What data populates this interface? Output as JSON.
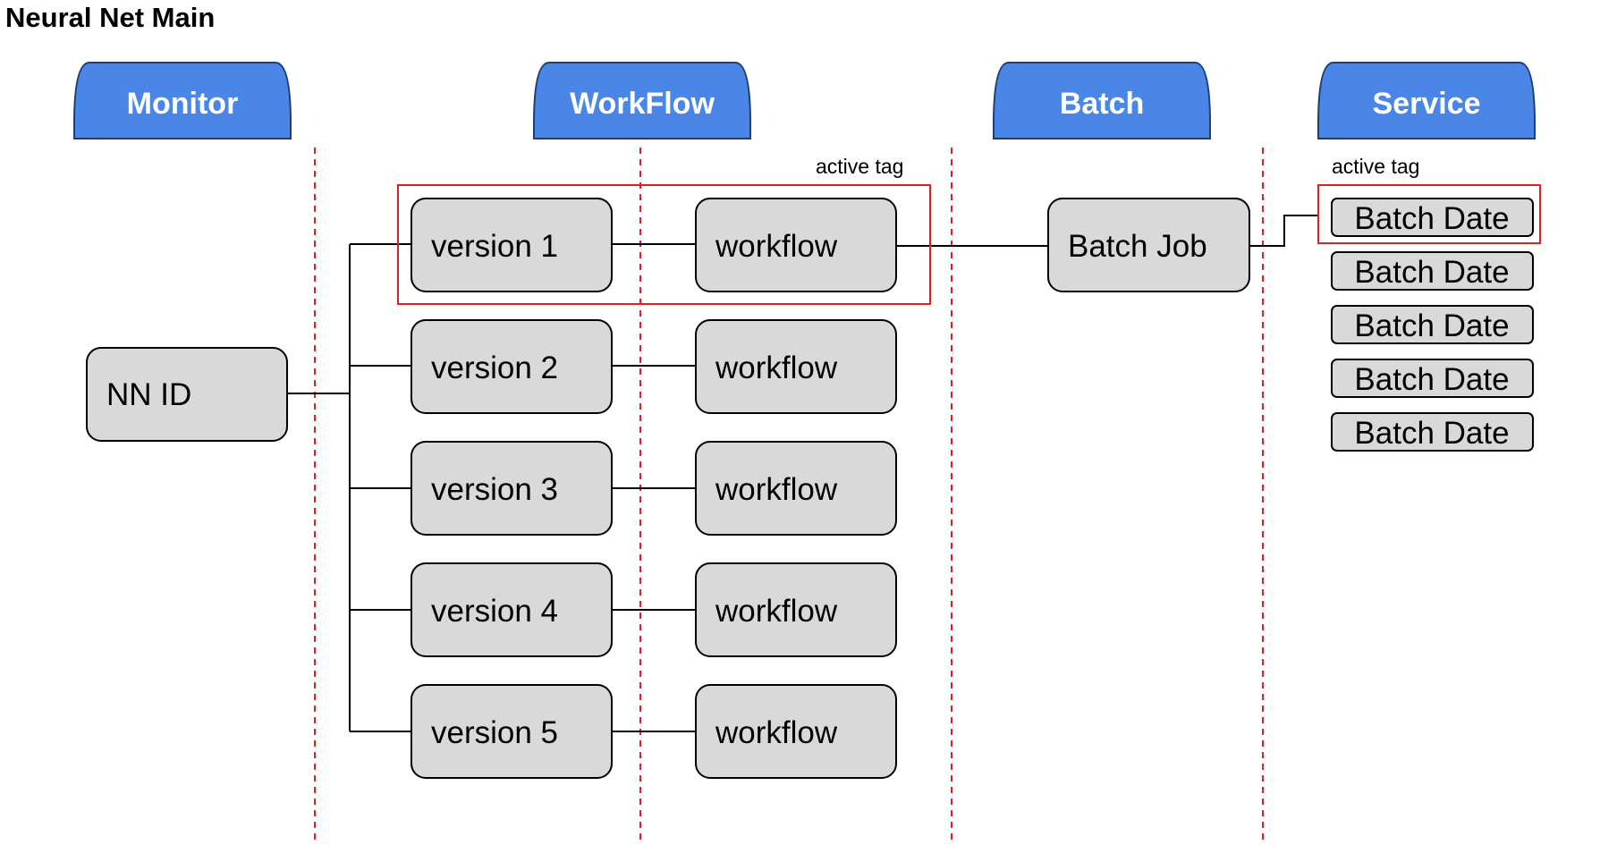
{
  "title": "Neural Net Main",
  "colors": {
    "header_fill": "#4a86e8",
    "box_fill": "#d9d9d9",
    "highlight": "#e02020"
  },
  "lanes": [
    {
      "label": "Monitor"
    },
    {
      "label": "WorkFlow"
    },
    {
      "label": "Batch"
    },
    {
      "label": "Service"
    }
  ],
  "nn_id": "NN ID",
  "versions": [
    {
      "label": "version 1",
      "workflow": "workflow"
    },
    {
      "label": "version 2",
      "workflow": "workflow"
    },
    {
      "label": "version 3",
      "workflow": "workflow"
    },
    {
      "label": "version 4",
      "workflow": "workflow"
    },
    {
      "label": "version 5",
      "workflow": "workflow"
    }
  ],
  "batch_job": "Batch Job",
  "batch_dates": [
    "Batch Date",
    "Batch Date",
    "Batch Date",
    "Batch Date",
    "Batch Date"
  ],
  "active_tags": [
    "active tag",
    "active tag"
  ]
}
